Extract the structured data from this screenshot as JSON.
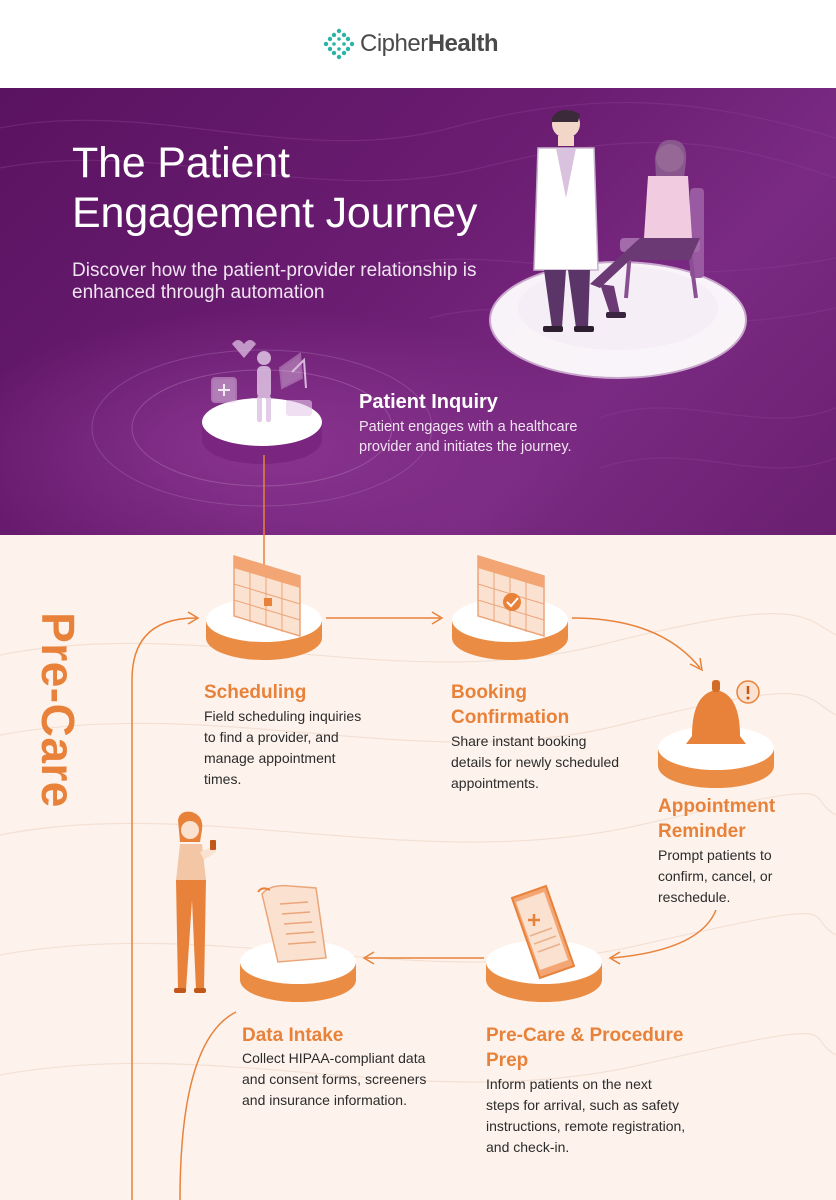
{
  "brand": {
    "name_light": "Cipher",
    "name_bold": "Health",
    "colors": {
      "purple": "#6b1d72",
      "orange": "#e8823a",
      "cream": "#fdf3ec",
      "teal": "#2bb3a3"
    }
  },
  "hero": {
    "title": "The Patient Engagement Journey",
    "subtitle": "Discover how the patient-provider relationship is enhanced through automation"
  },
  "inquiry": {
    "title": "Patient Inquiry",
    "description": "Patient engages with a healthcare provider and initiates the journey."
  },
  "section_label": "Pre-Care",
  "steps": [
    {
      "title": "Scheduling",
      "description": "Field scheduling inquiries to find a provider, and manage appointment times.",
      "icon": "calendar-icon"
    },
    {
      "title": "Booking Confirmation",
      "description": "Share instant booking details for newly scheduled appointments.",
      "icon": "calendar-check-icon"
    },
    {
      "title": "Appointment Reminder",
      "description": "Prompt patients to confirm, cancel, or reschedule.",
      "icon": "bell-icon"
    },
    {
      "title": "Pre-Care & Procedure Prep",
      "description": "Inform patients on the next steps for arrival, such as safety instructions, remote registration, and check-in.",
      "icon": "phone-icon"
    },
    {
      "title": "Data Intake",
      "description": "Collect HIPAA-compliant data and consent forms, screeners and insurance information.",
      "icon": "scroll-icon"
    }
  ]
}
